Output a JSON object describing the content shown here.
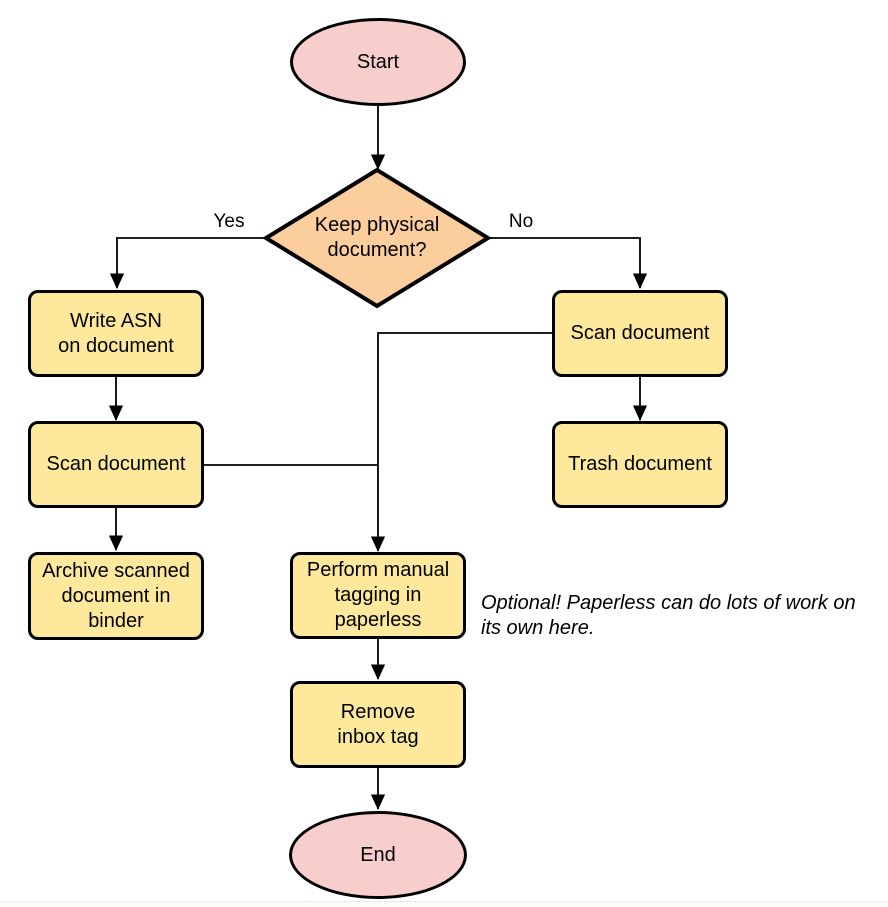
{
  "diagram": {
    "kind": "flowchart",
    "nodes": {
      "start": {
        "label": "Start",
        "shape": "terminator"
      },
      "decision": {
        "label": "Keep physical\ndocument?",
        "shape": "decision"
      },
      "write_asn": {
        "label": "Write ASN\non document",
        "shape": "process"
      },
      "scan_left": {
        "label": "Scan document",
        "shape": "process"
      },
      "archive": {
        "label": "Archive scanned\ndocument in\nbinder",
        "shape": "process"
      },
      "scan_right": {
        "label": "Scan document",
        "shape": "process"
      },
      "trash": {
        "label": "Trash document",
        "shape": "process"
      },
      "tagging": {
        "label": "Perform manual\ntagging in\npaperless",
        "shape": "process"
      },
      "remove_inbox": {
        "label": "Remove\ninbox tag",
        "shape": "process"
      },
      "end": {
        "label": "End",
        "shape": "terminator"
      }
    },
    "edge_labels": {
      "yes": "Yes",
      "no": "No"
    },
    "note": "Optional! Paperless can do lots of work on\nits own here."
  },
  "colors": {
    "terminator-fill": "#f8cecc",
    "decision-fill": "#fdce9d",
    "process-fill": "#fde89b",
    "stroke": "#000000"
  }
}
